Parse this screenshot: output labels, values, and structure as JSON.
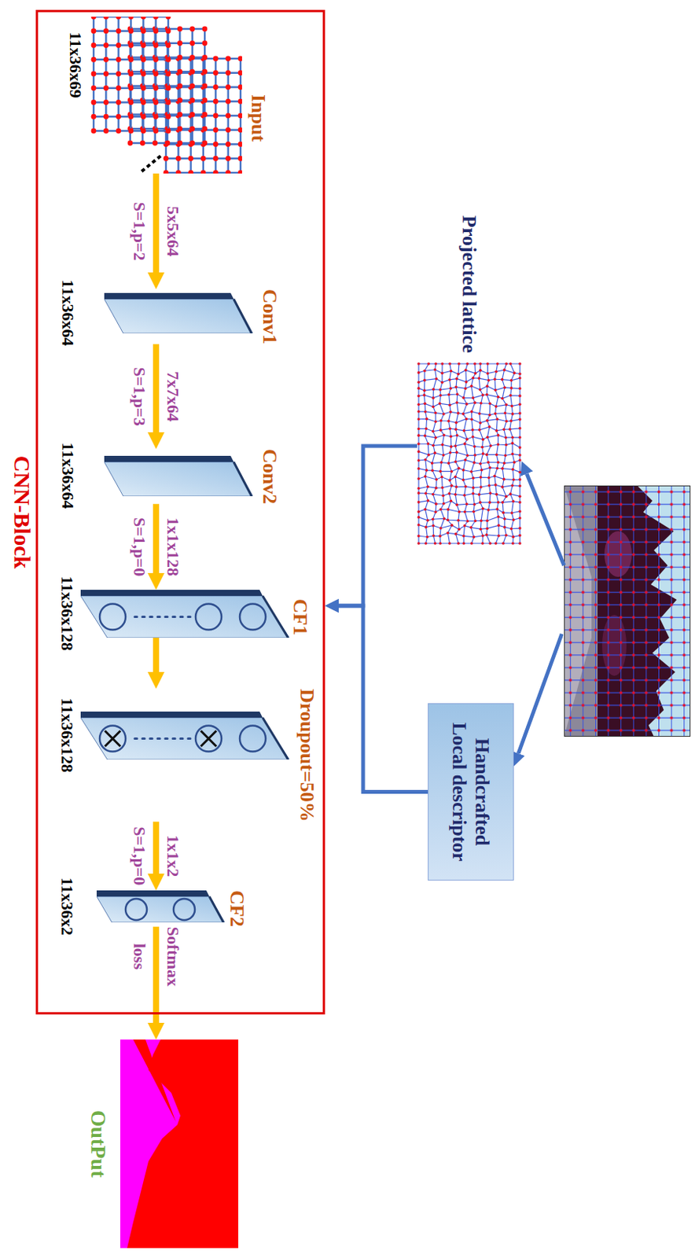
{
  "diagram": {
    "nodes": [
      {
        "text": [
          "Projected lattice"
        ]
      },
      {
        "text": [
          "Handcrafted Local descriptor"
        ]
      },
      {
        "text": [
          "CNN-Block"
        ]
      },
      {
        "text": [
          "Input"
        ],
        "in": 2
      },
      {
        "text": [
          "Conv1"
        ],
        "in": 2
      },
      {
        "text": [
          "Conv2"
        ],
        "in": 2
      },
      {
        "text": [
          "CF1"
        ],
        "in": 2
      },
      {
        "text": [
          "Droupout=50%"
        ],
        "in": 2
      },
      {
        "text": [
          "CF2"
        ],
        "in": 2
      },
      {
        "text": [
          "OutPut"
        ]
      }
    ],
    "edges": [
      {
        "from": 0,
        "to": 2,
        "arrow": "to"
      },
      {
        "from": 1,
        "to": 2,
        "arrow": "to"
      },
      {
        "from": 3,
        "to": 4,
        "arrow": "to",
        "label": "5x5x64 S=1,p=2"
      },
      {
        "from": 4,
        "to": 5,
        "arrow": "to",
        "label": "7x7x64 S=1,p=3"
      },
      {
        "from": 5,
        "to": 6,
        "arrow": "to",
        "label": "1x1x128 S=1,p=0"
      },
      {
        "from": 6,
        "to": 7,
        "arrow": "to"
      },
      {
        "from": 7,
        "to": 8,
        "arrow": "to",
        "label": "1x1x2 S=1,p=0"
      },
      {
        "from": 8,
        "to": 9,
        "arrow": "to",
        "label": "Softmax loss"
      }
    ],
    "labels": [
      "11x36x69",
      "11x36x64",
      "11x36x64",
      "11x36x128",
      "11x36x128",
      "11x36x2"
    ]
  }
}
